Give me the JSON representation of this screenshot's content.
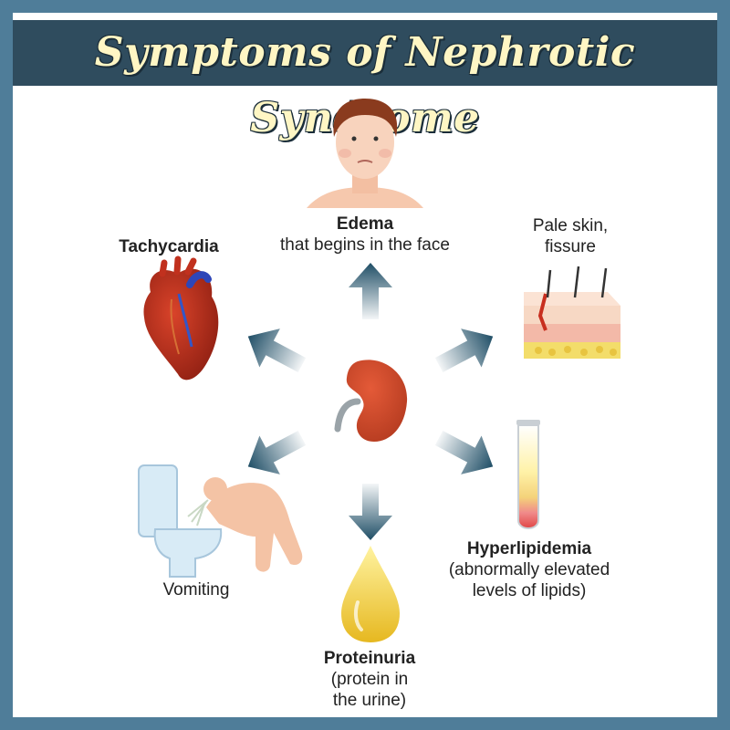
{
  "title": "Symptoms of Nephrotic Syndrome",
  "symptoms": {
    "edema": {
      "name": "Edema",
      "detail": "that begins in the face",
      "icon": "face-icon"
    },
    "pale_skin": {
      "line1": "Pale skin,",
      "line2": "fissure",
      "icon": "skin-layers-icon"
    },
    "tachycardia": {
      "name": "Tachycardia",
      "icon": "heart-icon"
    },
    "vomiting": {
      "name": "Vomiting",
      "icon": "toilet-vomiting-icon"
    },
    "proteinuria": {
      "name": "Proteinuria",
      "line1": "(protein in",
      "line2": "the urine)",
      "icon": "urine-drop-icon"
    },
    "hyperlipidemia": {
      "name": "Hyperlipidemia",
      "line1": "(abnormally elevated",
      "line2": "levels of lipids)",
      "icon": "test-tube-icon"
    }
  },
  "center": {
    "icon": "kidney-icon"
  },
  "colors": {
    "frame": "#4f7d99",
    "title_bar": "#2f4c5e",
    "title_text": "#fff6c4",
    "arrow": "#1f4e66",
    "kidney": "#c8462a"
  }
}
